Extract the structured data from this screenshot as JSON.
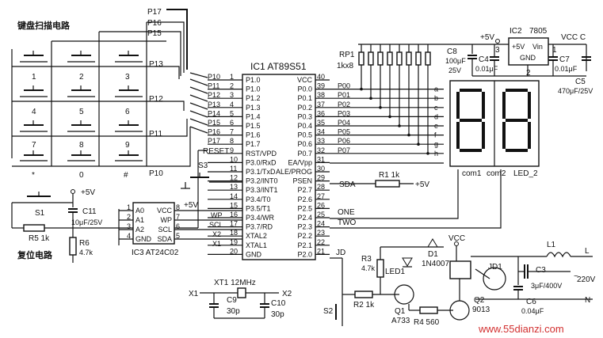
{
  "labels": {
    "keyboard_title": "键盘扫描电路",
    "reset_title": "复位电路",
    "ic1": "IC1  AT89S51",
    "ic2_name": "IC2",
    "ic2_part": "7805",
    "ic2_vin": "Vin",
    "ic2_plus5": "+5V",
    "ic2_gnd": "GND",
    "ic3": "IC3  AT24C02",
    "rp1": "RP1",
    "rp1_val": "1kx8",
    "led2": "LED_2",
    "com1": "com1",
    "com2": "com2",
    "watermark": "www.55dianzi.com"
  },
  "keys": [
    "1",
    "2",
    "3",
    "4",
    "5",
    "6",
    "7",
    "8",
    "9",
    "*",
    "0",
    "#"
  ],
  "key_rows": [
    "P13",
    "P12",
    "P11",
    "P10"
  ],
  "key_cols": [
    "P17",
    "P16",
    "P15"
  ],
  "ic1_left_pins": [
    {
      "n": "1",
      "name": "P1.0",
      "net": "P10"
    },
    {
      "n": "2",
      "name": "P1.0",
      "net": "P11"
    },
    {
      "n": "3",
      "name": "P1.2",
      "net": "P12"
    },
    {
      "n": "4",
      "name": "P1.3",
      "net": "P13"
    },
    {
      "n": "5",
      "name": "P1.4",
      "net": "P14"
    },
    {
      "n": "6",
      "name": "P1.5",
      "net": "P15"
    },
    {
      "n": "7",
      "name": "P1.6",
      "net": "P16"
    },
    {
      "n": "8",
      "name": "P1.7",
      "net": "P17"
    },
    {
      "n": "9",
      "name": "RST/VPD",
      "net": "RESET"
    },
    {
      "n": "10",
      "name": "P3.0/RxD",
      "net": ""
    },
    {
      "n": "11",
      "name": "P3.1/TxD",
      "net": ""
    },
    {
      "n": "12",
      "name": "P3.2/INT0",
      "net": ""
    },
    {
      "n": "13",
      "name": "P3.3/INT1",
      "net": ""
    },
    {
      "n": "14",
      "name": "P3.4/T0",
      "net": ""
    },
    {
      "n": "15",
      "name": "P3.5/T1",
      "net": ""
    },
    {
      "n": "16",
      "name": "P3.4/WR",
      "net": "WP"
    },
    {
      "n": "17",
      "name": "P3.7/RD",
      "net": "SCL"
    },
    {
      "n": "18",
      "name": "XTAL2",
      "net": "X2"
    },
    {
      "n": "19",
      "name": "XTAL1",
      "net": "X1"
    },
    {
      "n": "20",
      "name": "GND",
      "net": ""
    }
  ],
  "ic1_right_pins": [
    {
      "n": "40",
      "name": "VCC",
      "net": ""
    },
    {
      "n": "39",
      "name": "P0.0",
      "net": "P00"
    },
    {
      "n": "38",
      "name": "P0.1",
      "net": "P01"
    },
    {
      "n": "37",
      "name": "P0.2",
      "net": "P02"
    },
    {
      "n": "36",
      "name": "P0.3",
      "net": "P03"
    },
    {
      "n": "35",
      "name": "P0.4",
      "net": "P04"
    },
    {
      "n": "34",
      "name": "P0.5",
      "net": "P05"
    },
    {
      "n": "33",
      "name": "P0.6",
      "net": "P06"
    },
    {
      "n": "32",
      "name": "P0.7",
      "net": "P07"
    },
    {
      "n": "31",
      "name": "EA/Vpp",
      "net": ""
    },
    {
      "n": "30",
      "name": "ALE/PROG",
      "net": ""
    },
    {
      "n": "29",
      "name": "PSEN",
      "net": "SDA"
    },
    {
      "n": "28",
      "name": "P2.7",
      "net": ""
    },
    {
      "n": "27",
      "name": "P2.6",
      "net": ""
    },
    {
      "n": "26",
      "name": "P2.5",
      "net": ""
    },
    {
      "n": "25",
      "name": "P2.4",
      "net": "ONE"
    },
    {
      "n": "24",
      "name": "P2.3",
      "net": "TWO"
    },
    {
      "n": "23",
      "name": "P2.2",
      "net": ""
    },
    {
      "n": "22",
      "name": "P2.1",
      "net": ""
    },
    {
      "n": "21",
      "name": "P2.0",
      "net": "JD"
    }
  ],
  "ic3_left": [
    "A0",
    "A1",
    "A2",
    "GND"
  ],
  "ic3_left_nums": [
    "1",
    "2",
    "3",
    "4"
  ],
  "ic3_right": [
    "VCC",
    "WP",
    "SCL",
    "SDA"
  ],
  "ic3_right_nums": [
    "8",
    "7",
    "6",
    "5"
  ],
  "seg_letters": [
    "a",
    "b",
    "c",
    "d",
    "e",
    "f",
    "g",
    "h"
  ],
  "components": {
    "c8": "C8",
    "c8_val1": "100μF",
    "c8_val2": "25V",
    "c4": "C4",
    "c4_val": "0.01μF",
    "c7": "C7",
    "c7_val": "0.01μF",
    "c5": "C5",
    "c5_val": "470μF/25V",
    "c11": "C11",
    "c11_val": "10μF/25V",
    "r5": "R5  1k",
    "r6": "R6",
    "r6_val": "4.7k",
    "s1": "S1",
    "s2": "S2",
    "s3": "S3",
    "r1": "R1  1k",
    "r2": "R2  1k",
    "r3": "R3",
    "r3_val": "4.7k",
    "r4": "R4  560",
    "q1": "Q1",
    "q1_val": "A733",
    "q2": "Q2",
    "q2_val": "9013",
    "d1": "D1",
    "d1_val": "1N4007",
    "led1": "LED1",
    "jd1": "JD1",
    "l1": "L1",
    "c3": "C3",
    "c3_val": "3μF/400V",
    "c6": "C6",
    "c6_val": "0.04μF",
    "xt1": "XT1  12MHz",
    "c9": "C9",
    "c9_val": "30p",
    "c10": "C10",
    "c10_val": "30p",
    "x1": "X1",
    "x2": "X2",
    "vac": "220V",
    "L": "L",
    "N": "N"
  },
  "power": {
    "plus5v": "+5V",
    "vcc": "VCC",
    "vcc_c": "VCC C"
  },
  "pin_nums": {
    "p1": "1",
    "p2": "2",
    "p3": "3"
  }
}
